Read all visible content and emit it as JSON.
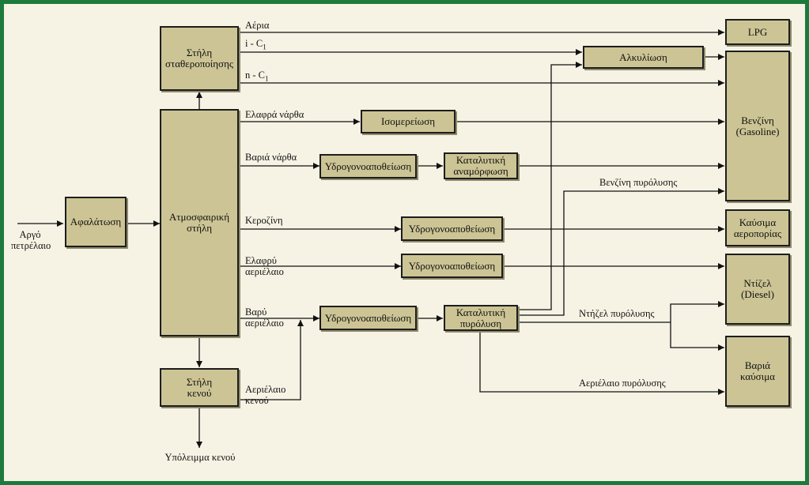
{
  "colors": {
    "border": "#1b7a3c",
    "background": "#f6f3e4",
    "box_fill": "#ccc494",
    "line": "#111111"
  },
  "nodes": {
    "stabilization": "Στήλη\nσταθεροποίησης",
    "desalting": "Αφαλάτωση",
    "atmospheric": "Ατμοσφαιρική\nστήλη",
    "vacuum": "Στήλη\nκενού",
    "isomerization": "Ισομερείωση",
    "hds1": "Υδρογονοαποθείωση",
    "reforming": "Καταλυτική\nαναμόρφωση",
    "hds2": "Υδρογονοαποθείωση",
    "hds3": "Υδρογονοαποθείωση",
    "hds4": "Υδρογονοαποθείωση",
    "cracking": "Καταλυτική\nπυρόλυση",
    "alkylation": "Αλκυλίωση",
    "lpg": "LPG",
    "gasoline": "Βενζίνη\n(Gasoline)",
    "jet": "Καύσιμα\nαεροπορίας",
    "diesel": "Ντίζελ\n(Diesel)",
    "heavy": "Βαριά\nκαύσιμα"
  },
  "labels": {
    "gases": "Αέρια",
    "i_c4": "i - C",
    "n_c4": "n - C",
    "c_sub": "1",
    "light_naphtha": "Ελαφρά νάρθα",
    "heavy_naphtha": "Βαριά νάρθα",
    "cracked_gasoline": "Βενζίνη πυρόλυσης",
    "kerosene": "Κεροζίνη",
    "light_gasoil": "Ελαφρύ\nαεριέλαιο",
    "heavy_gasoil": "Βαρύ\nαεριέλαιο",
    "cracked_diesel": "Ντήζελ πυρόλυσης",
    "vacuum_gasoil": "Αεριέλαιο\nκενού",
    "cracked_gasoil": "Αεριέλαιο πυρόλυσης",
    "crude": "Αργό\nπετρέλαιο",
    "vacuum_residue": "Υπόλειμμα κενού"
  }
}
